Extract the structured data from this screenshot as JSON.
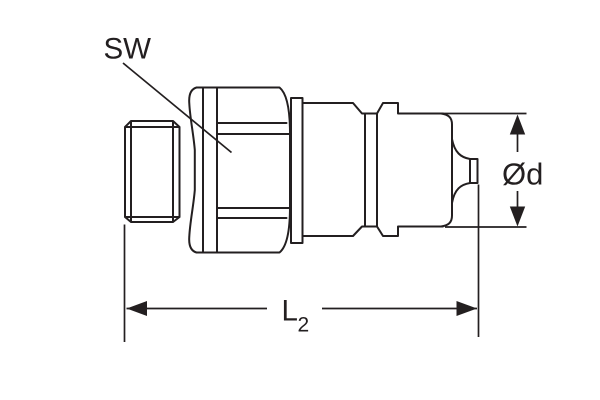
{
  "drawing": {
    "description_labels": {
      "wrench_size": "SW",
      "diameter": "Ød",
      "length": "L",
      "length_subscript": "2"
    },
    "colors": {
      "line": "#231f20",
      "background": "#ffffff"
    }
  }
}
